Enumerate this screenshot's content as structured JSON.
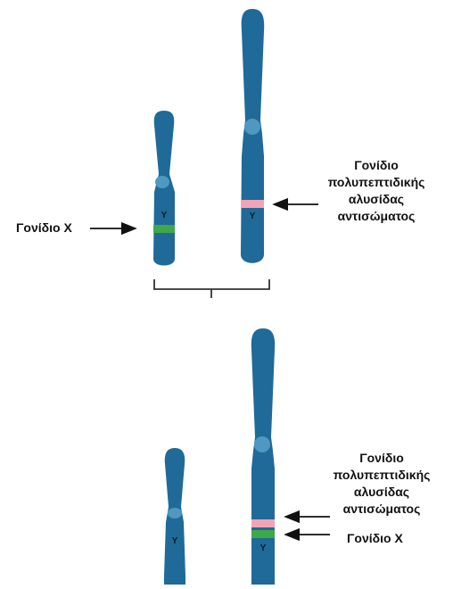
{
  "top_panel": {
    "gene_x_label": "Γονίδιο Χ",
    "antibody_gene_label": [
      "Γονίδιο",
      "πολυπεπτιδικής",
      "αλυσίδας",
      "αντισώματος"
    ],
    "small_chromosome_marker": "Y",
    "large_chromosome_marker": "Y"
  },
  "bottom_panel": {
    "antibody_gene_label": [
      "Γονίδιο",
      "πολυπεπτιδικής",
      "αλυσίδας",
      "αντισώματος"
    ],
    "gene_x_label": "Γονίδιο Χ",
    "small_chromosome_marker": "Y",
    "large_chromosome_marker": "Y"
  },
  "colors": {
    "chromosome": "#1f6a99",
    "centromere": "#4f98c2",
    "gene_x_band": "#3ea84a",
    "antibody_band": "#f4a3b6",
    "arrow": "#111111",
    "bracket": "#333333"
  }
}
